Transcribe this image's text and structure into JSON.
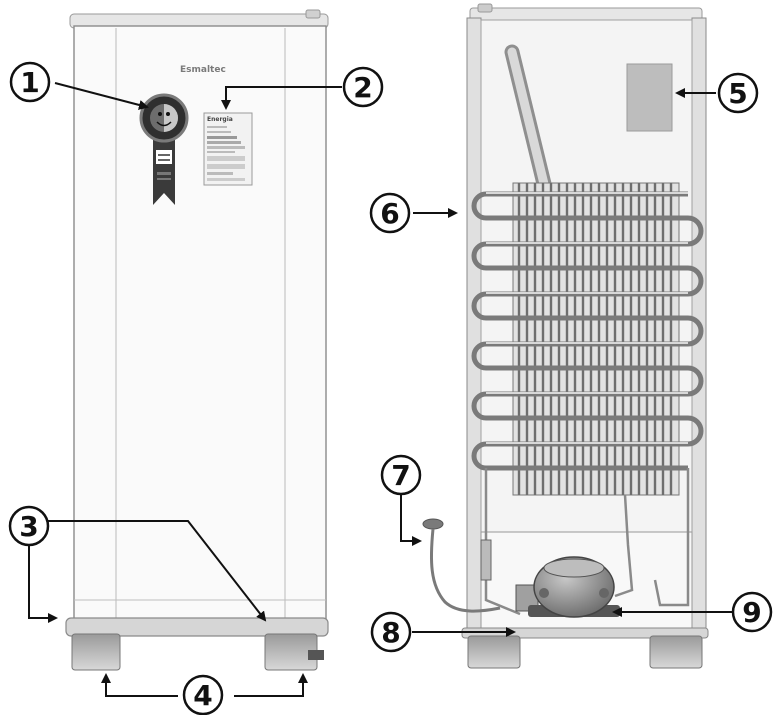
{
  "brand": "Esmaltec",
  "energy_label": {
    "title": "Energia"
  },
  "callouts": [
    {
      "number": "1"
    },
    {
      "number": "2"
    },
    {
      "number": "3"
    },
    {
      "number": "4"
    },
    {
      "number": "5"
    },
    {
      "number": "6"
    },
    {
      "number": "7"
    },
    {
      "number": "8"
    },
    {
      "number": "9"
    }
  ],
  "colors": {
    "outline": "#8a8a8a",
    "body_fill": "#fafafa",
    "coil": "#6e6e6e",
    "callout_stroke": "#111111"
  }
}
